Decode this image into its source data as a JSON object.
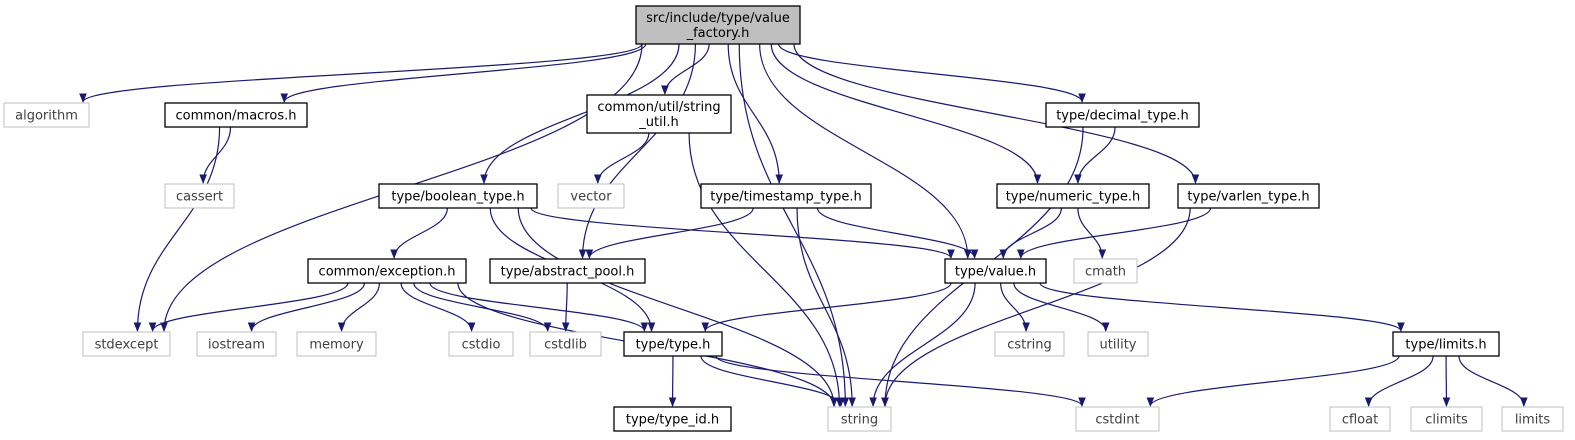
{
  "graph": {
    "root": "src/include/type/value_factory.h",
    "colors": {
      "edge": "#191970",
      "root_fill": "#bfbfbf",
      "documented_border": "#000000",
      "external_border": "#bfbfbf",
      "external_text": "#404040"
    },
    "nodes": [
      {
        "id": "value_factory",
        "label": [
          "src/include/type/value",
          "_factory.h"
        ],
        "kind": "root"
      },
      {
        "id": "algorithm",
        "label": [
          "algorithm"
        ],
        "kind": "external"
      },
      {
        "id": "macros",
        "label": [
          "common/macros.h"
        ],
        "kind": "file"
      },
      {
        "id": "string_util",
        "label": [
          "common/util/string",
          "_util.h"
        ],
        "kind": "file"
      },
      {
        "id": "decimal_type",
        "label": [
          "type/decimal_type.h"
        ],
        "kind": "file"
      },
      {
        "id": "cassert",
        "label": [
          "cassert"
        ],
        "kind": "external"
      },
      {
        "id": "vector",
        "label": [
          "vector"
        ],
        "kind": "external"
      },
      {
        "id": "boolean_type",
        "label": [
          "type/boolean_type.h"
        ],
        "kind": "file"
      },
      {
        "id": "timestamp_type",
        "label": [
          "type/timestamp_type.h"
        ],
        "kind": "file"
      },
      {
        "id": "numeric_type",
        "label": [
          "type/numeric_type.h"
        ],
        "kind": "file"
      },
      {
        "id": "varlen_type",
        "label": [
          "type/varlen_type.h"
        ],
        "kind": "file"
      },
      {
        "id": "exception",
        "label": [
          "common/exception.h"
        ],
        "kind": "file"
      },
      {
        "id": "abstract_pool",
        "label": [
          "type/abstract_pool.h"
        ],
        "kind": "file"
      },
      {
        "id": "value",
        "label": [
          "type/value.h"
        ],
        "kind": "file"
      },
      {
        "id": "cmath",
        "label": [
          "cmath"
        ],
        "kind": "external"
      },
      {
        "id": "stdexcept",
        "label": [
          "stdexcept"
        ],
        "kind": "external"
      },
      {
        "id": "iostream",
        "label": [
          "iostream"
        ],
        "kind": "external"
      },
      {
        "id": "memory",
        "label": [
          "memory"
        ],
        "kind": "external"
      },
      {
        "id": "cstdio",
        "label": [
          "cstdio"
        ],
        "kind": "external"
      },
      {
        "id": "cstdlib",
        "label": [
          "cstdlib"
        ],
        "kind": "external"
      },
      {
        "id": "type",
        "label": [
          "type/type.h"
        ],
        "kind": "file"
      },
      {
        "id": "cstring",
        "label": [
          "cstring"
        ],
        "kind": "external"
      },
      {
        "id": "utility",
        "label": [
          "utility"
        ],
        "kind": "external"
      },
      {
        "id": "limits_h",
        "label": [
          "type/limits.h"
        ],
        "kind": "file"
      },
      {
        "id": "type_id",
        "label": [
          "type/type_id.h"
        ],
        "kind": "file"
      },
      {
        "id": "string",
        "label": [
          "string"
        ],
        "kind": "external"
      },
      {
        "id": "cstdint",
        "label": [
          "cstdint"
        ],
        "kind": "external"
      },
      {
        "id": "cfloat",
        "label": [
          "cfloat"
        ],
        "kind": "external"
      },
      {
        "id": "climits",
        "label": [
          "climits"
        ],
        "kind": "external"
      },
      {
        "id": "limits",
        "label": [
          "limits"
        ],
        "kind": "external"
      }
    ],
    "edges": [
      [
        "value_factory",
        "algorithm"
      ],
      [
        "value_factory",
        "macros"
      ],
      [
        "value_factory",
        "stdexcept"
      ],
      [
        "value_factory",
        "abstract_pool"
      ],
      [
        "value_factory",
        "boolean_type"
      ],
      [
        "value_factory",
        "string_util"
      ],
      [
        "value_factory",
        "timestamp_type"
      ],
      [
        "value_factory",
        "string"
      ],
      [
        "value_factory",
        "value"
      ],
      [
        "value_factory",
        "numeric_type"
      ],
      [
        "value_factory",
        "decimal_type"
      ],
      [
        "value_factory",
        "varlen_type"
      ],
      [
        "macros",
        "cassert"
      ],
      [
        "macros",
        "stdexcept"
      ],
      [
        "string_util",
        "vector"
      ],
      [
        "string_util",
        "string"
      ],
      [
        "decimal_type",
        "numeric_type"
      ],
      [
        "decimal_type",
        "string"
      ],
      [
        "boolean_type",
        "exception"
      ],
      [
        "boolean_type",
        "value"
      ],
      [
        "boolean_type",
        "type"
      ],
      [
        "boolean_type",
        "string"
      ],
      [
        "timestamp_type",
        "abstract_pool"
      ],
      [
        "timestamp_type",
        "value"
      ],
      [
        "timestamp_type",
        "string"
      ],
      [
        "numeric_type",
        "value"
      ],
      [
        "numeric_type",
        "cmath"
      ],
      [
        "varlen_type",
        "value"
      ],
      [
        "varlen_type",
        "string"
      ],
      [
        "exception",
        "stdexcept"
      ],
      [
        "exception",
        "iostream"
      ],
      [
        "exception",
        "memory"
      ],
      [
        "exception",
        "cstdio"
      ],
      [
        "exception",
        "cstdlib"
      ],
      [
        "exception",
        "type"
      ],
      [
        "exception",
        "string"
      ],
      [
        "abstract_pool",
        "cstdlib"
      ],
      [
        "value",
        "type"
      ],
      [
        "value",
        "string"
      ],
      [
        "value",
        "cstring"
      ],
      [
        "value",
        "utility"
      ],
      [
        "value",
        "limits_h"
      ],
      [
        "type",
        "type_id"
      ],
      [
        "type",
        "string"
      ],
      [
        "type",
        "cstdint"
      ],
      [
        "limits_h",
        "cstdint"
      ],
      [
        "limits_h",
        "cfloat"
      ],
      [
        "limits_h",
        "climits"
      ],
      [
        "limits_h",
        "limits"
      ]
    ]
  }
}
